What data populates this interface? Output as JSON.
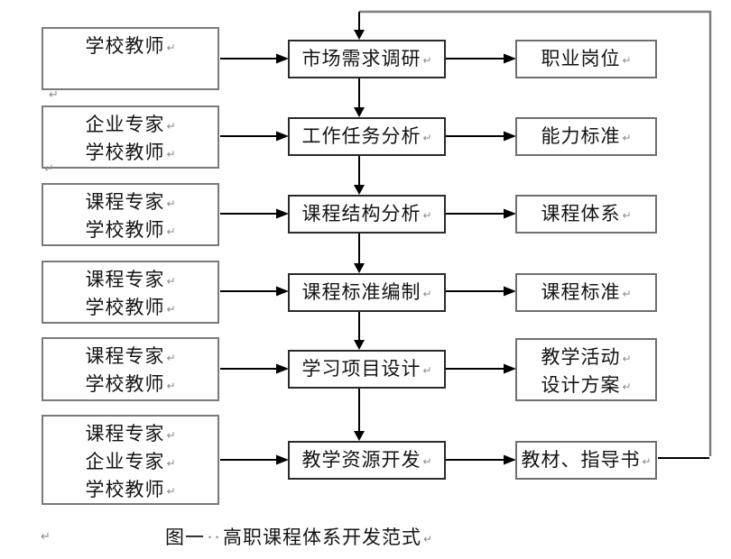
{
  "marks": {
    "ret": "↵",
    "para": "↵",
    "space_dots": "··"
  },
  "caption": {
    "label": "图一",
    "title": "高职课程体系开发范式"
  },
  "left": [
    {
      "lines": [
        "学校教师"
      ]
    },
    {
      "lines": [
        "企业专家",
        "学校教师"
      ]
    },
    {
      "lines": [
        "课程专家",
        "学校教师"
      ]
    },
    {
      "lines": [
        "课程专家",
        "学校教师"
      ]
    },
    {
      "lines": [
        "课程专家",
        "学校教师"
      ]
    },
    {
      "lines": [
        "课程专家",
        "企业专家",
        "学校教师"
      ]
    }
  ],
  "middle": [
    "市场需求调研",
    "工作任务分析",
    "课程结构分析",
    "课程标准编制",
    "学习项目设计",
    "教学资源开发"
  ],
  "right": [
    {
      "lines": [
        "职业岗位"
      ]
    },
    {
      "lines": [
        "能力标准"
      ]
    },
    {
      "lines": [
        "课程体系"
      ]
    },
    {
      "lines": [
        "课程标准"
      ]
    },
    {
      "lines": [
        "教学活动",
        "设计方案"
      ]
    },
    {
      "lines": [
        "教材、指导书"
      ]
    }
  ],
  "colors": {
    "background": "#ffffff",
    "left_box_border": "#7a7a7a",
    "middle_box_border": "#2a2a2a",
    "right_box_border": "#6e6e6e",
    "arrow_line": "#000000",
    "feedback_loop": "#7f7f7f",
    "text": "#141414",
    "formatting_mark": "#8a8a8a"
  }
}
